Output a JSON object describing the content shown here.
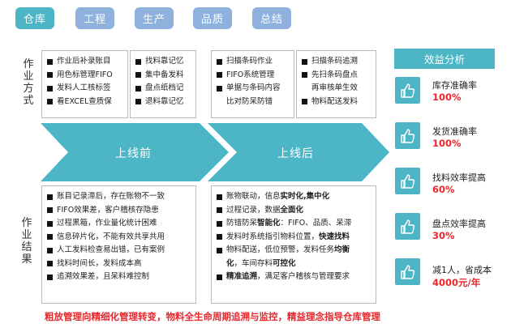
{
  "tabs": [
    {
      "label": "仓库",
      "active": true
    },
    {
      "label": "工程",
      "active": false
    },
    {
      "label": "生产",
      "active": false
    },
    {
      "label": "品质",
      "active": false
    },
    {
      "label": "总结",
      "active": false
    }
  ],
  "side_labels": {
    "method": [
      "作",
      "业",
      "方",
      "式"
    ],
    "result": [
      "作",
      "业",
      "结",
      "果"
    ]
  },
  "before_methods_a": [
    "作业后补录账目",
    "用色标管理FIFO",
    "发料人工核标签",
    "看EXCEL查质保"
  ],
  "before_methods_b": [
    "找料靠记忆",
    "集中备发料",
    "盘点纸档记",
    "退料靠记忆"
  ],
  "after_methods_a": [
    "扫描条码作业",
    "FIFO系统管理",
    "单据与条码内容",
    "比对防呆防错"
  ],
  "after_methods_b": [
    "扫描条码追溯",
    "先扫条码盘点",
    "再审核单生效",
    "物料配送发料"
  ],
  "arrows": {
    "before": "上线前",
    "after": "上线后"
  },
  "before_results": [
    "账目记录滞后，存在账物不一致",
    "FIFO效果差，客户稽核存隐患",
    "过程黑箱，作业量化统计困难",
    "信息碎片化，不能有效共享共用",
    "人工发料检查易出错，已有案例",
    "找料时间长，发料成本高",
    "追溯效果差，且呆料难控制"
  ],
  "after_results": [
    {
      "pre": "账物联动，信息",
      "bold": "实时化,集中化",
      "post": ""
    },
    {
      "pre": "过程记录，数据",
      "bold": "全面化",
      "post": ""
    },
    {
      "pre": "防错防呆",
      "bold": "智能化",
      "post": "：FIFO、品质、呆滞"
    },
    {
      "pre": "发料时系统指引物料位置，",
      "bold": "快速找料",
      "post": ""
    },
    {
      "pre": "物料配送，低位预警，发料任务",
      "bold": "均衡",
      "post": ""
    },
    {
      "pre": "",
      "bold": "化",
      "post": "，车间存料",
      "bold2": "可控化"
    },
    {
      "pre": "",
      "bold": "精准追溯",
      "post": "，满足客户稽核与管理要求"
    }
  ],
  "benefit": {
    "title": "效益分析",
    "icon": "thumbs-up-icon",
    "items": [
      {
        "name": "库存准确率",
        "value": "100%"
      },
      {
        "name": "发货准确率",
        "value": "100%"
      },
      {
        "name": "找料效率提高",
        "value": "60%"
      },
      {
        "name": "盘点效率提高",
        "value": "30%"
      },
      {
        "name": "减1人，省成本",
        "value": "4000元/年"
      }
    ]
  },
  "footer": "粗放管理向精细化管理转变，物料全生命周期追溯与监控，精益理念指导仓库管理",
  "colors": {
    "teal": "#4cb5c6",
    "blue": "#8eb2dd",
    "red": "#e8262b"
  }
}
